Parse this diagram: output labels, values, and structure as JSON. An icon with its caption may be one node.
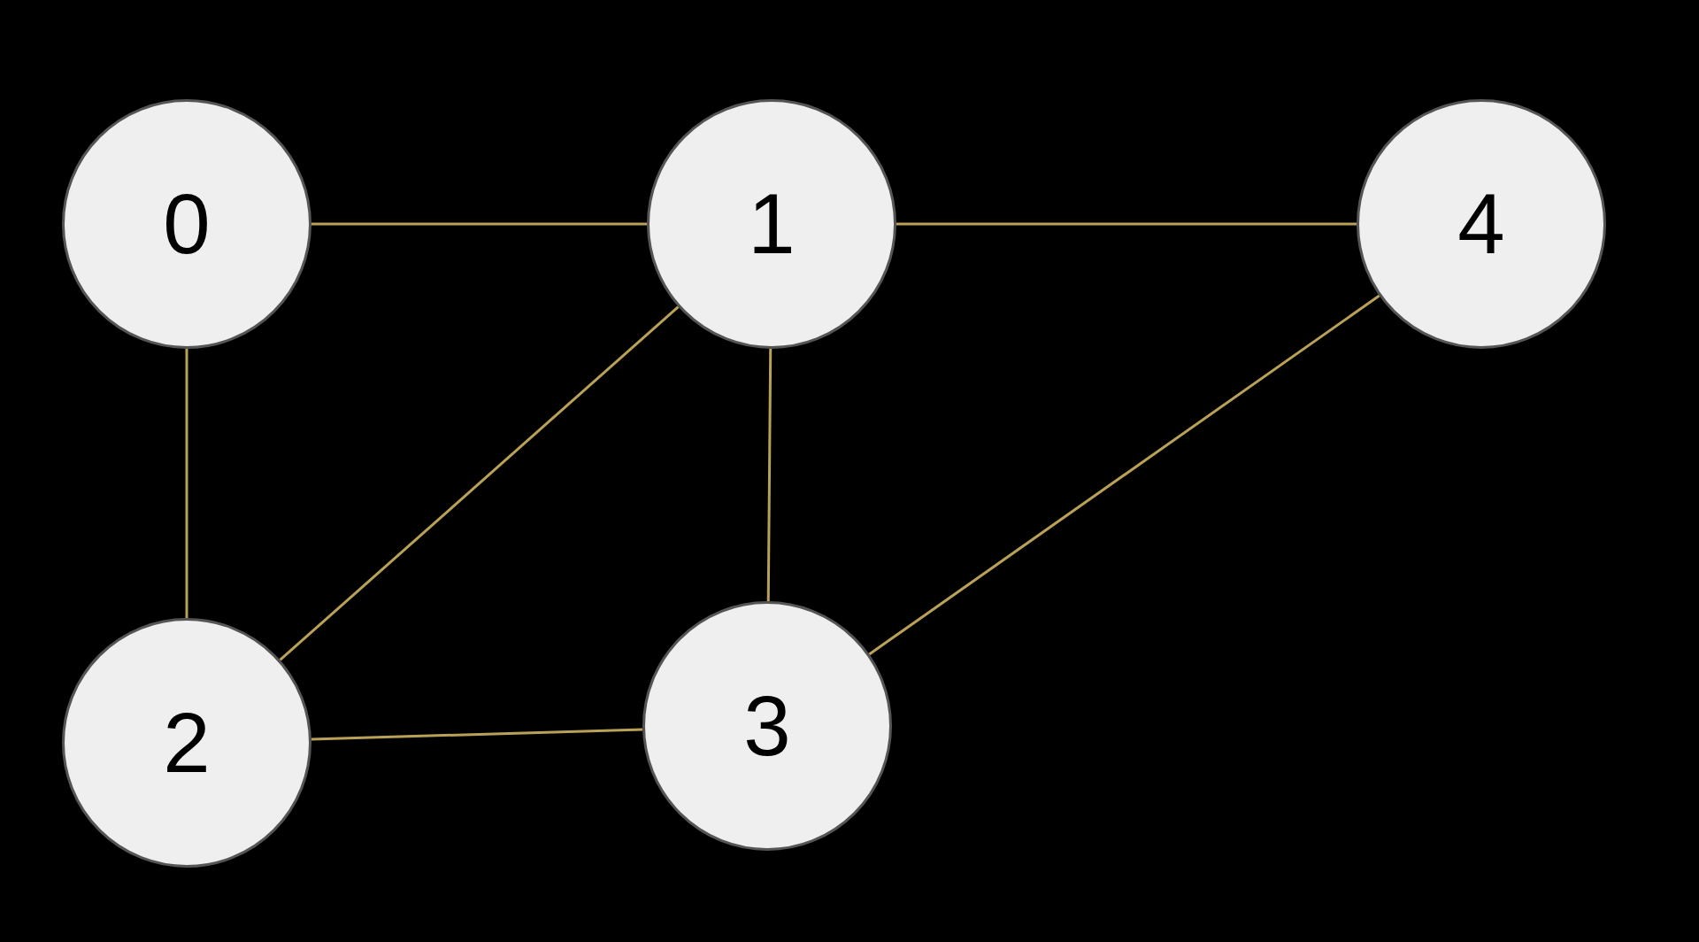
{
  "diagram": {
    "nodes": [
      {
        "text": [
          "0"
        ]
      },
      {
        "text": [
          "1"
        ]
      },
      {
        "text": [
          "2"
        ]
      },
      {
        "text": [
          "3"
        ]
      },
      {
        "text": [
          "4"
        ]
      }
    ],
    "edges": [
      {
        "from": 0,
        "to": 1,
        "arrow": "none"
      },
      {
        "from": 1,
        "to": 4,
        "arrow": "none"
      },
      {
        "from": 0,
        "to": 2,
        "arrow": "none"
      },
      {
        "from": 1,
        "to": 2,
        "arrow": "none"
      },
      {
        "from": 1,
        "to": 3,
        "arrow": "none"
      },
      {
        "from": 4,
        "to": 3,
        "arrow": "none"
      },
      {
        "from": 2,
        "to": 3,
        "arrow": "none"
      }
    ]
  }
}
